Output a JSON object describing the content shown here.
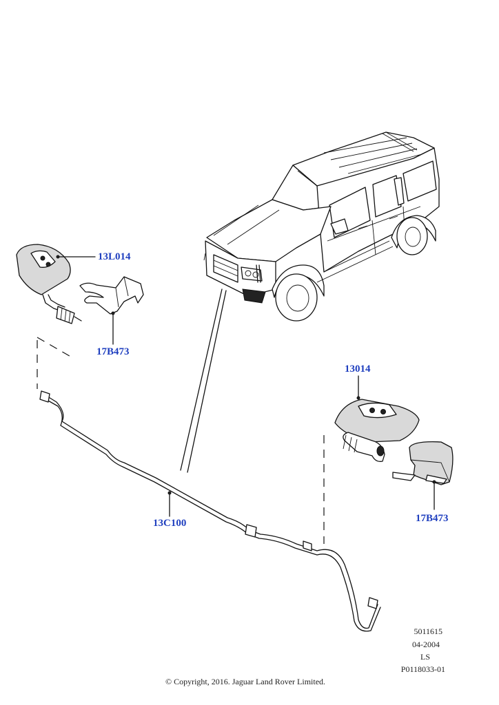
{
  "callouts": {
    "left_jet": "13L014",
    "left_bracket": "17B473",
    "right_jet": "13014",
    "right_bracket": "17B473",
    "hose": "13C100"
  },
  "reference": {
    "number": "5011615",
    "date": "04-2004",
    "code": "LS",
    "illustration": "P0118033-01"
  },
  "copyright": "© Copyright, 2016. Jaguar Land Rover Limited.",
  "colors": {
    "callout_text": "#1f3fbf",
    "line_art": "#111111"
  }
}
